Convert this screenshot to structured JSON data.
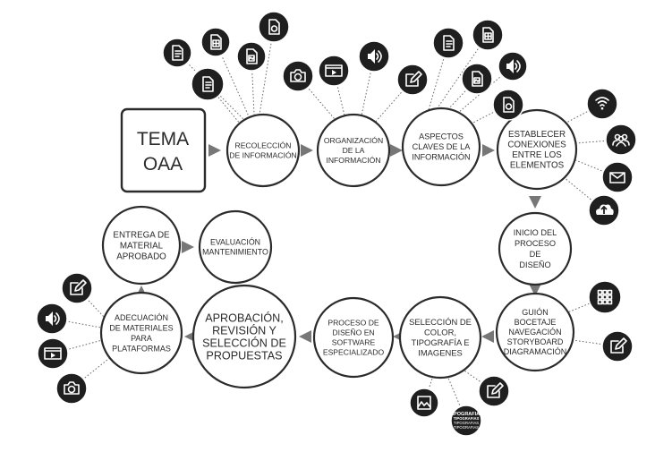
{
  "tema": {
    "line1": "TEMA",
    "line2": "OAA"
  },
  "nodes": [
    {
      "id": "recoleccion",
      "lines": [
        "RECOLECCIÓN",
        "DE INFORMACIÓN"
      ]
    },
    {
      "id": "organizacion",
      "lines": [
        "ORGANIZACIÓN",
        "DE LA",
        "INFORMACIÓN"
      ]
    },
    {
      "id": "aspectos",
      "lines": [
        "ASPECTOS",
        "CLAVES DE LA",
        "INFORMACIÓN"
      ]
    },
    {
      "id": "conexiones",
      "lines": [
        "ESTABLECER",
        "CONEXIONES",
        "ENTRE LOS",
        "ELEMENTOS"
      ]
    },
    {
      "id": "inicio",
      "lines": [
        "INICIO DEL",
        "PROCESO",
        "DE",
        "DISEÑO"
      ]
    },
    {
      "id": "guion",
      "lines": [
        "GUIÓN",
        "BOCETAJE",
        "NAVEGACIÓN",
        "STORYBOARD",
        "DIAGRAMACIÓN"
      ]
    },
    {
      "id": "seleccion-color",
      "lines": [
        "SELECCIÓN DE",
        "COLOR,",
        "TIPOGRAFÍA E",
        "IMAGENES"
      ]
    },
    {
      "id": "proceso-software",
      "lines": [
        "PROCESO DE",
        "DISEÑO EN",
        "SOFTWARE",
        "ESPECIALIZADO"
      ]
    },
    {
      "id": "aprobacion",
      "lines": [
        "APROBACIÓN,",
        "REVISIÓN Y",
        "SELECCIÓN DE",
        "PROPUESTAS"
      ]
    },
    {
      "id": "adecuacion",
      "lines": [
        "ADECUACIÓN",
        "DE MATERIALES",
        "PARA",
        "PLATAFORMAS"
      ]
    },
    {
      "id": "entrega",
      "lines": [
        "ENTREGA DE",
        "MATERIAL",
        "APROBADO"
      ]
    },
    {
      "id": "evaluacion",
      "lines": [
        "EVALUACIÓN",
        "MANTENIMIENTO"
      ]
    }
  ],
  "typography_badge": {
    "lines": [
      "TIPOGRAFIAS",
      "TIPOGRAFIAS",
      "TIPOGRAFIAS",
      "TIPOGRAFIAS"
    ]
  },
  "icons": [
    "document-icon",
    "spreadsheet-icon",
    "image-file-icon",
    "pdf-file-icon",
    "text-file-icon",
    "camera-icon",
    "video-icon",
    "speaker-icon",
    "edit-icon",
    "text-file-icon",
    "spreadsheet-icon",
    "image-file-icon",
    "speaker-icon",
    "pdf-file-icon",
    "wifi-icon",
    "people-icon",
    "mail-icon",
    "cloud-upload-icon",
    "grid-icon",
    "edit-icon",
    "image-icon",
    "typography-icon",
    "edit-icon",
    "edit-icon",
    "speaker-icon",
    "video-icon",
    "camera-icon"
  ],
  "colors": {
    "ink": "#2b2b2b",
    "icon_bg": "#1f1f1f",
    "arrow": "#777777",
    "background": "#ffffff"
  }
}
